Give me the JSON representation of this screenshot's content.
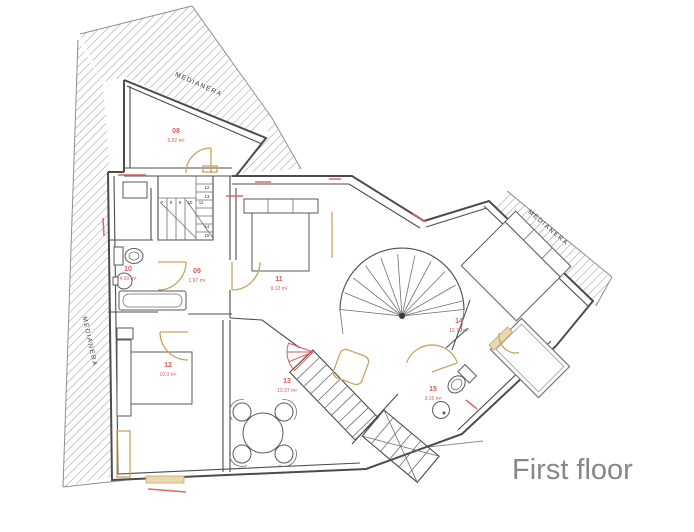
{
  "title": "First floor",
  "party_wall_label": "MEDIANERA",
  "rooms": [
    {
      "id": "08",
      "area": "5.92 m²"
    },
    {
      "id": "09",
      "area": "1.97 m²"
    },
    {
      "id": "10",
      "area": "4.00 m²"
    },
    {
      "id": "11",
      "area": "9.12 m²"
    },
    {
      "id": "12",
      "area": "10.0 m²"
    },
    {
      "id": "13",
      "area": "13.97 m²"
    },
    {
      "id": "14",
      "area": "12.76 m²"
    },
    {
      "id": "15",
      "area": "3.16 m²"
    }
  ],
  "stair_step_numbers": [
    "7",
    "8",
    "9",
    "10",
    "11",
    "12",
    "13",
    "14",
    "15"
  ],
  "colors": {
    "room_label": "#d95b5b",
    "walls": "#4c4c4c",
    "hatch": "#9b9b9b",
    "door_swing": "#c9a35e",
    "window_accent": "#e06666",
    "title_text": "#878787"
  }
}
